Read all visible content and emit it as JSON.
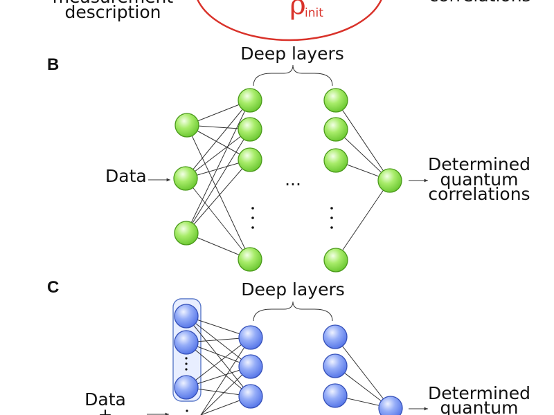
{
  "panel_a": {
    "left_caption": [
      "measurement",
      "description"
    ],
    "right_caption": [
      "correlations"
    ],
    "state_symbol": "ρ",
    "state_subscript": "init",
    "ellipse_color": "#d9322a"
  },
  "panel_b": {
    "letter": "B",
    "deep_layers_label": "Deep layers",
    "input_label": "Data",
    "output_label": [
      "Determined",
      "quantum",
      "correlations"
    ],
    "ellipsis": "...",
    "node_color": "#8ee04a",
    "node_stroke": "#4a9a1a"
  },
  "panel_c": {
    "letter": "C",
    "deep_layers_label": "Deep layers",
    "input_label": [
      "Data",
      "+"
    ],
    "output_label": [
      "Determined",
      "quantum"
    ],
    "node_color": "#7f9cf5",
    "node_stroke": "#3550b8",
    "group_box_color": "#5a78c8"
  }
}
